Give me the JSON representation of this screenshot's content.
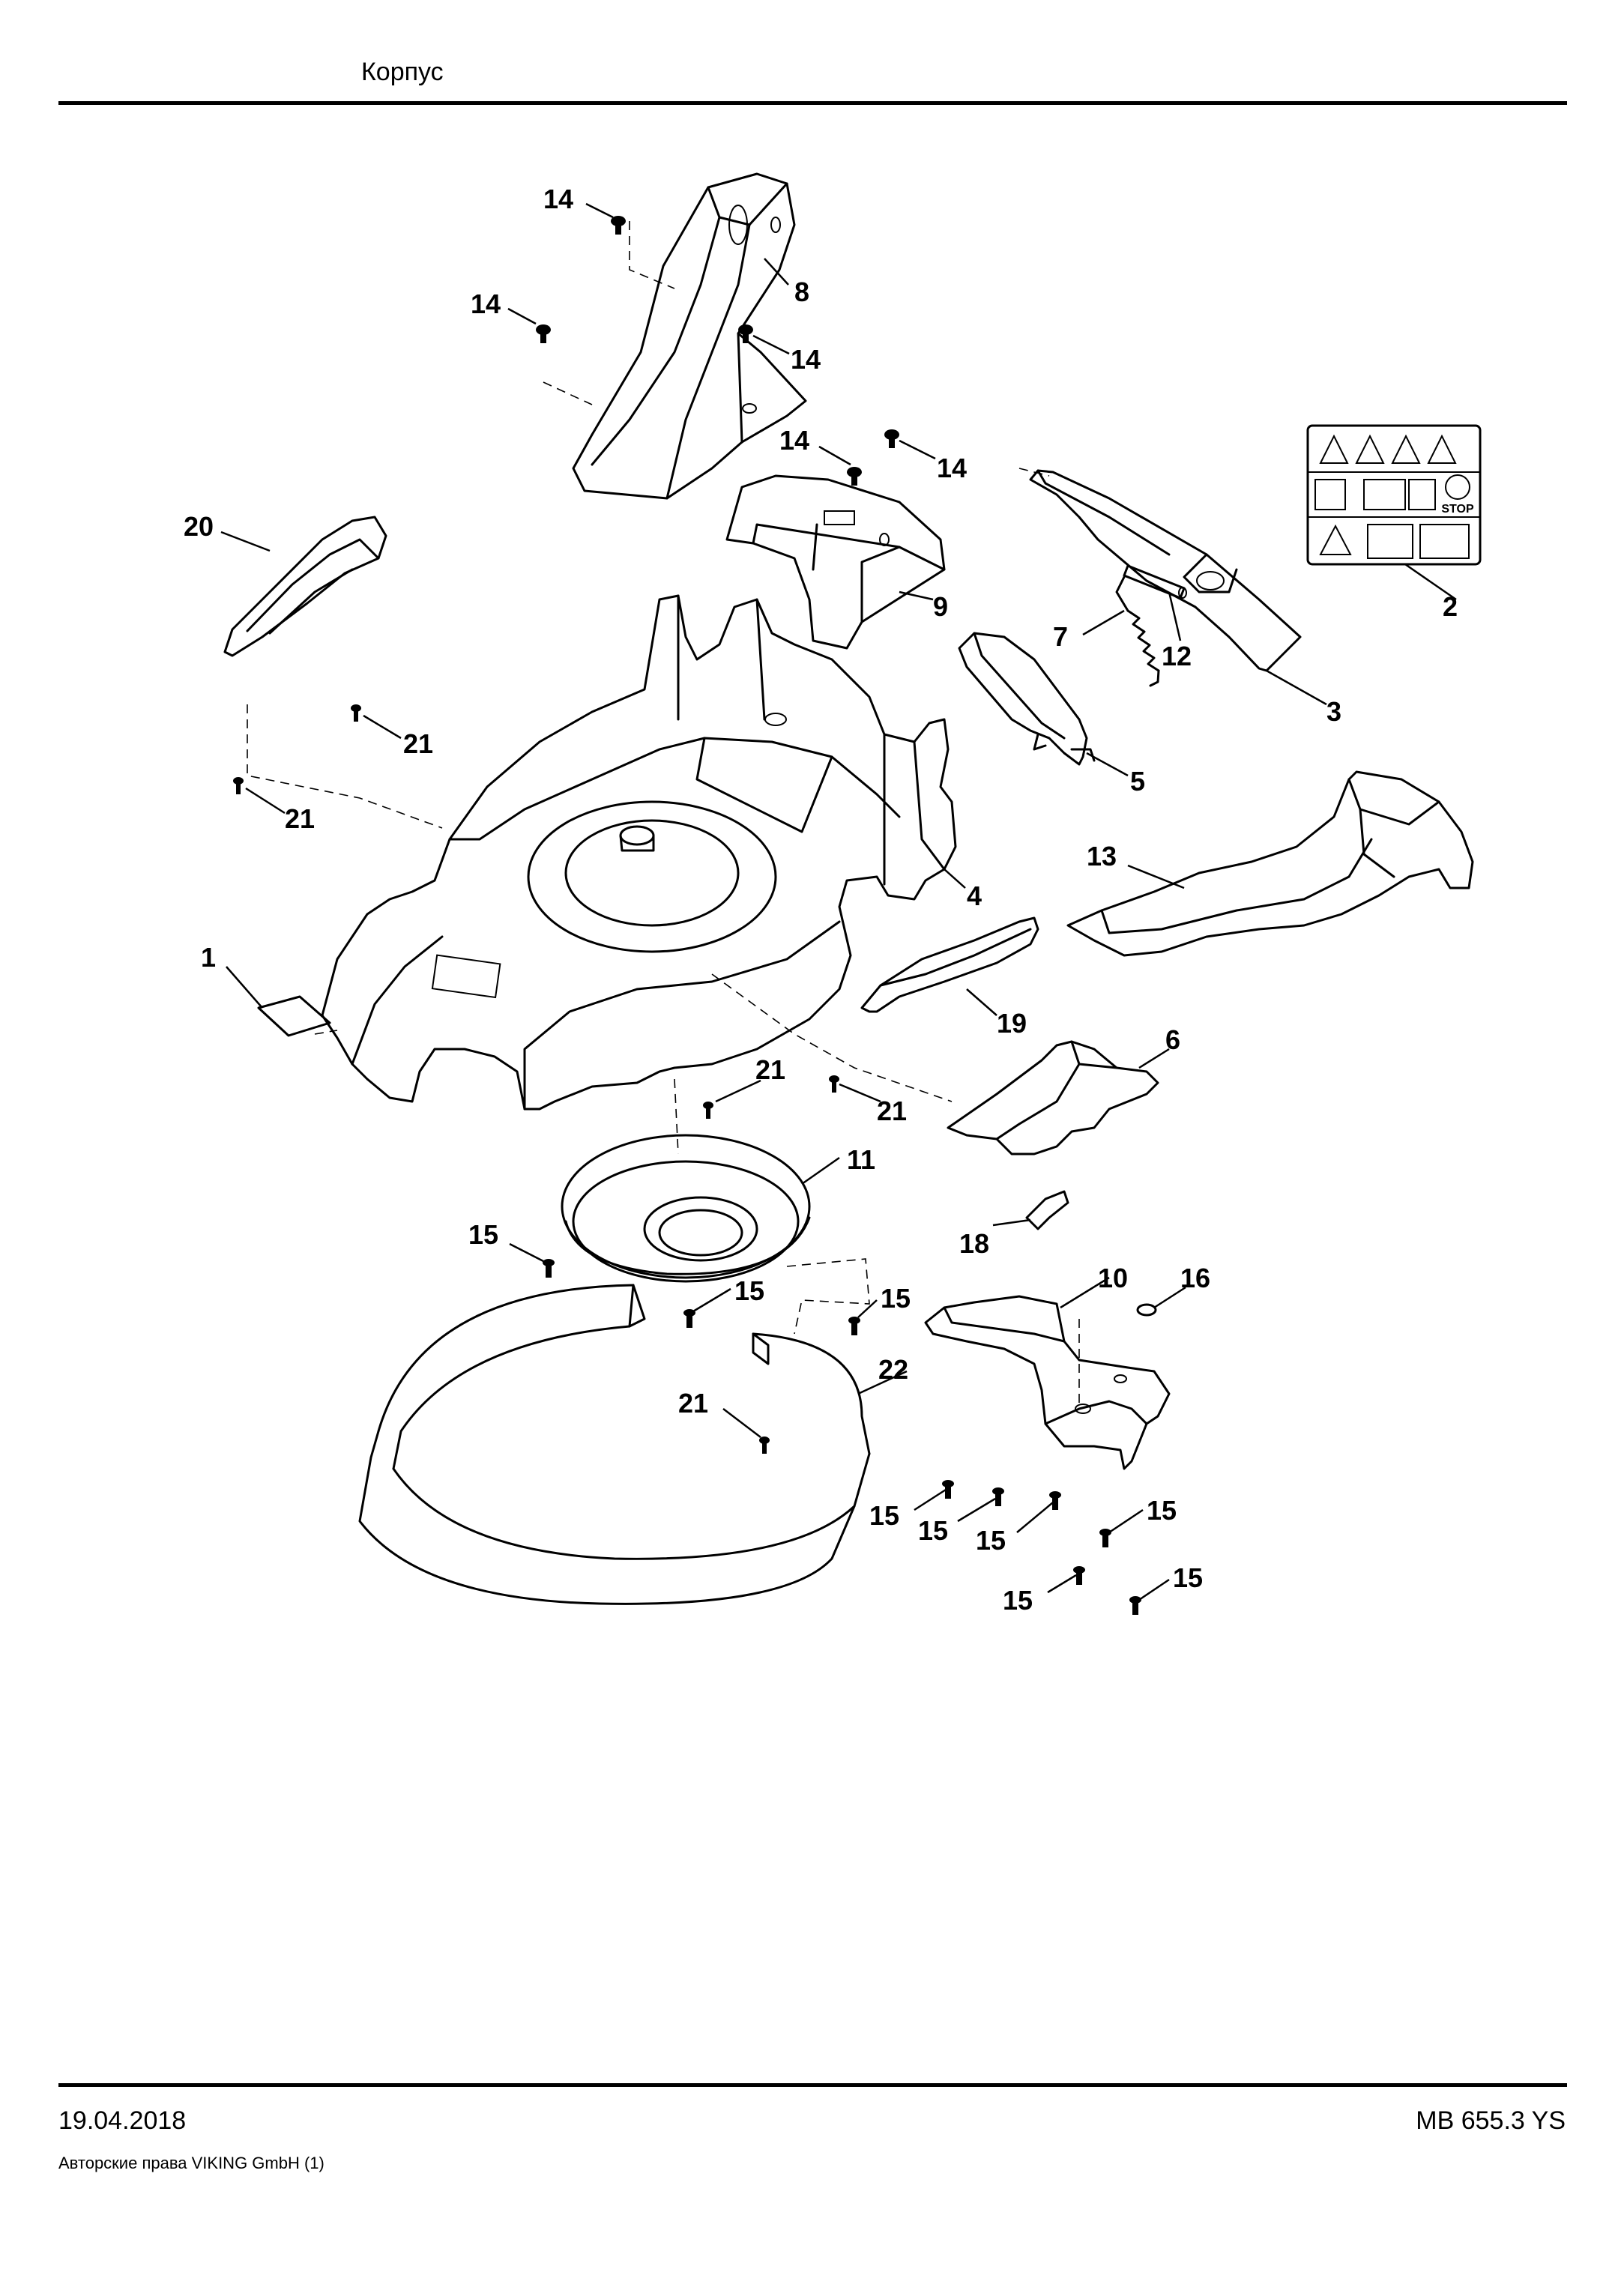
{
  "header": {
    "title": "Корпус"
  },
  "footer": {
    "date": "19.04.2018",
    "model": "MB 655.3 YS",
    "copyright": "Авторские права VIKING GmbH  (1)"
  },
  "callouts": [
    {
      "id": "c14a",
      "label": "14"
    },
    {
      "id": "c8",
      "label": "8"
    },
    {
      "id": "c14b",
      "label": "14"
    },
    {
      "id": "c14c",
      "label": "14"
    },
    {
      "id": "c14d",
      "label": "14"
    },
    {
      "id": "c14e",
      "label": "14"
    },
    {
      "id": "c20",
      "label": "20"
    },
    {
      "id": "c9",
      "label": "9"
    },
    {
      "id": "c2",
      "label": "2"
    },
    {
      "id": "c7",
      "label": "7"
    },
    {
      "id": "c12",
      "label": "12"
    },
    {
      "id": "c3",
      "label": "3"
    },
    {
      "id": "c21a",
      "label": "21"
    },
    {
      "id": "c21b",
      "label": "21"
    },
    {
      "id": "c5",
      "label": "5"
    },
    {
      "id": "c13",
      "label": "13"
    },
    {
      "id": "c4",
      "label": "4"
    },
    {
      "id": "c1",
      "label": "1"
    },
    {
      "id": "c19",
      "label": "19"
    },
    {
      "id": "c21c",
      "label": "21"
    },
    {
      "id": "c21d",
      "label": "21"
    },
    {
      "id": "c6",
      "label": "6"
    },
    {
      "id": "c11",
      "label": "11"
    },
    {
      "id": "c15a",
      "label": "15"
    },
    {
      "id": "c18",
      "label": "18"
    },
    {
      "id": "c15b",
      "label": "15"
    },
    {
      "id": "c15c",
      "label": "15"
    },
    {
      "id": "c10",
      "label": "10"
    },
    {
      "id": "c16",
      "label": "16"
    },
    {
      "id": "c22",
      "label": "22"
    },
    {
      "id": "c21e",
      "label": "21"
    },
    {
      "id": "c15d",
      "label": "15"
    },
    {
      "id": "c15e",
      "label": "15"
    },
    {
      "id": "c15f",
      "label": "15"
    },
    {
      "id": "c15g",
      "label": "15"
    },
    {
      "id": "c15h",
      "label": "15"
    },
    {
      "id": "c15i",
      "label": "15"
    }
  ],
  "sticker": {
    "stop_text": "STOP"
  }
}
